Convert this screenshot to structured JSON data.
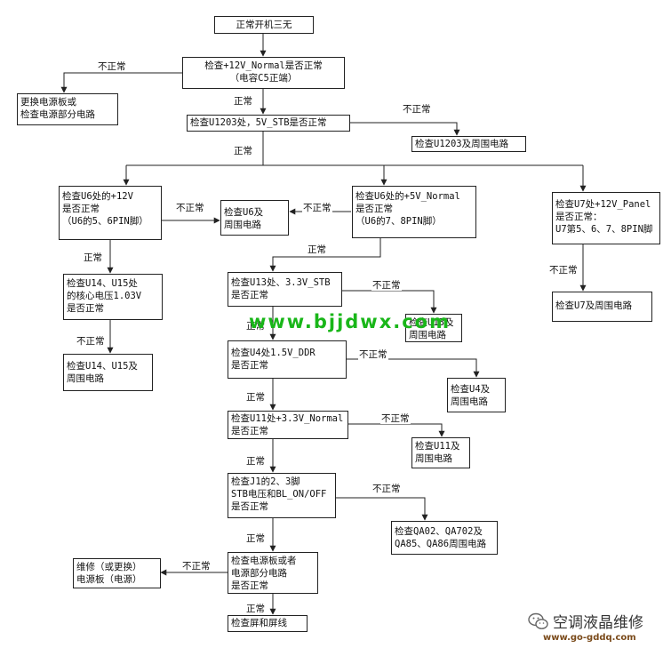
{
  "boxes": {
    "start": "正常开机三无",
    "check_12v_normal": "检查+12V_Normal是否正常\n（电容C5正端）",
    "replace_psu": "更换电源板或\n检查电源部分电路",
    "check_u1203_5vstb": "检查U1203处，5V_STB是否正常",
    "u1203_circuit": "检查U1203及周围电路",
    "check_u6_12v": "检查U6处的+12V\n是否正常\n（U6的5、6PIN脚）",
    "u6_circuit": "检查U6及\n周围电路",
    "check_u6_5v": "检查U6处的+5V_Normal\n是否正常\n（U6的7、8PIN脚）",
    "check_u7_12v_panel": "检查U7处+12V_Panel\n是否正常：\nU7第5、6、7、8PIN脚",
    "u7_circuit": "检查U7及周围电路",
    "check_u14_u15": "检查U14、U15处\n的核心电压1.03V\n是否正常",
    "u14_u15_circuit": "检查U14、U15及\n周围电路",
    "check_u13_3v3": "检查U13处、3.3V_STB\n是否正常",
    "u13_circuit": "检查U13及\n周围电路",
    "check_u4_1v5": "检查U4处1.5V_DDR\n是否正常",
    "u4_circuit": "检查U4及\n周围电路",
    "check_u11_3v3": "检查U11处+3.3V_Normal\n是否正常",
    "u11_circuit": "检查U11及\n周围电路",
    "check_j1": "检查J1的2、3脚\nSTB电压和BL_ON/OFF\n是否正常",
    "qa_circuit": "检查QA02、QA702及\nQA85、QA86周围电路",
    "check_psu": "检查电源板或者\n电源部分电路\n是否正常",
    "repair_psu": "维修（或更换）\n电源板（电源）",
    "check_screen": "检查屏和屏线"
  },
  "labels": {
    "normal": "正常",
    "abnormal": "不正常"
  },
  "watermark": "www.bjjdwx.com",
  "logo": {
    "name": "空调液晶维修",
    "url": "www.go-gddq.com"
  }
}
